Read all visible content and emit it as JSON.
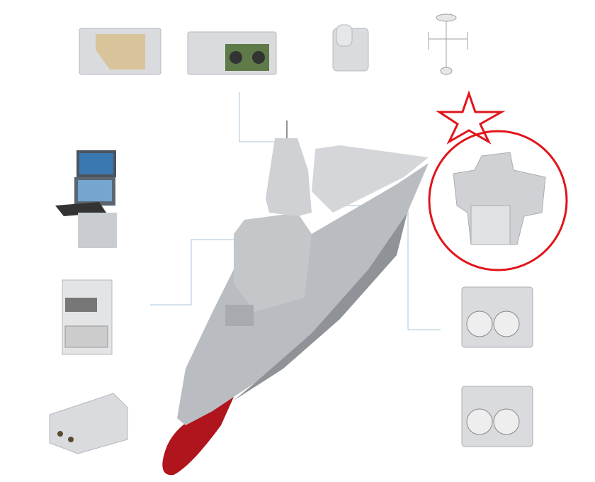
{
  "colors": {
    "background": "#ffffff",
    "hull": "#b9bcc0",
    "hull_light": "#d4d6d9",
    "hull_dark": "#8f9397",
    "bow_red": "#b0141c",
    "equipment": "#d9dbde",
    "connector_line": "#a9c4d8",
    "highlight": "#e0151b"
  },
  "annotations": {
    "highlight_shape": "circle",
    "highlight_marker": "star-icon",
    "highlighted_item": "deckhouse-sensor-module"
  },
  "equipment": [
    {
      "id": "radar-panel-1",
      "icon": "radar-array-panel-icon"
    },
    {
      "id": "radar-panel-2",
      "icon": "radar-array-panel-icon"
    },
    {
      "id": "sensor-housing",
      "icon": "sensor-housing-icon"
    },
    {
      "id": "mast-antenna",
      "icon": "antenna-mast-icon"
    },
    {
      "id": "operator-console",
      "icon": "console-workstation-icon"
    },
    {
      "id": "electronics-cabinet",
      "icon": "cabinet-icon"
    },
    {
      "id": "processor-unit",
      "icon": "processor-box-icon"
    },
    {
      "id": "deckhouse-sensor-module",
      "icon": "deckhouse-module-icon"
    },
    {
      "id": "cooling-unit-1",
      "icon": "cooling-fan-unit-icon"
    },
    {
      "id": "cooling-unit-2",
      "icon": "cooling-fan-unit-icon"
    }
  ]
}
